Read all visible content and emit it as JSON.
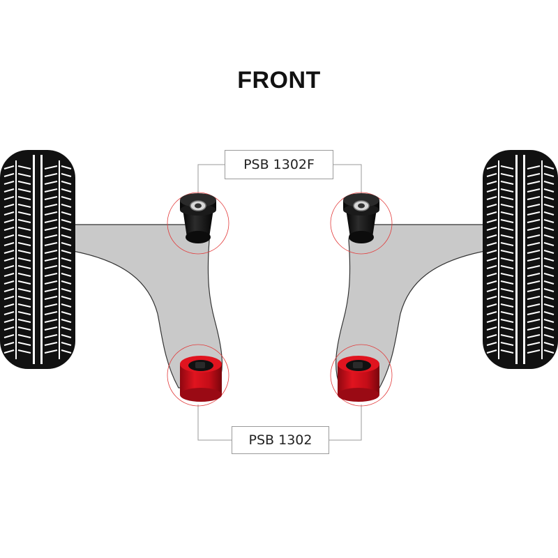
{
  "title": "FRONT",
  "labels": {
    "upper_bush": "PSB 1302F",
    "lower_bush": "PSB 1302"
  },
  "colors": {
    "arm": "#c8c8c8",
    "tyre": "#111111",
    "bush_black": "#1a1a1a",
    "bush_red": "#d0101e",
    "highlight_circle": "#e23b3b",
    "leader_line": "#9a9a9a"
  },
  "parts": [
    {
      "name": "left-tyre-icon"
    },
    {
      "name": "right-tyre-icon"
    },
    {
      "name": "left-control-arm"
    },
    {
      "name": "right-control-arm"
    }
  ]
}
